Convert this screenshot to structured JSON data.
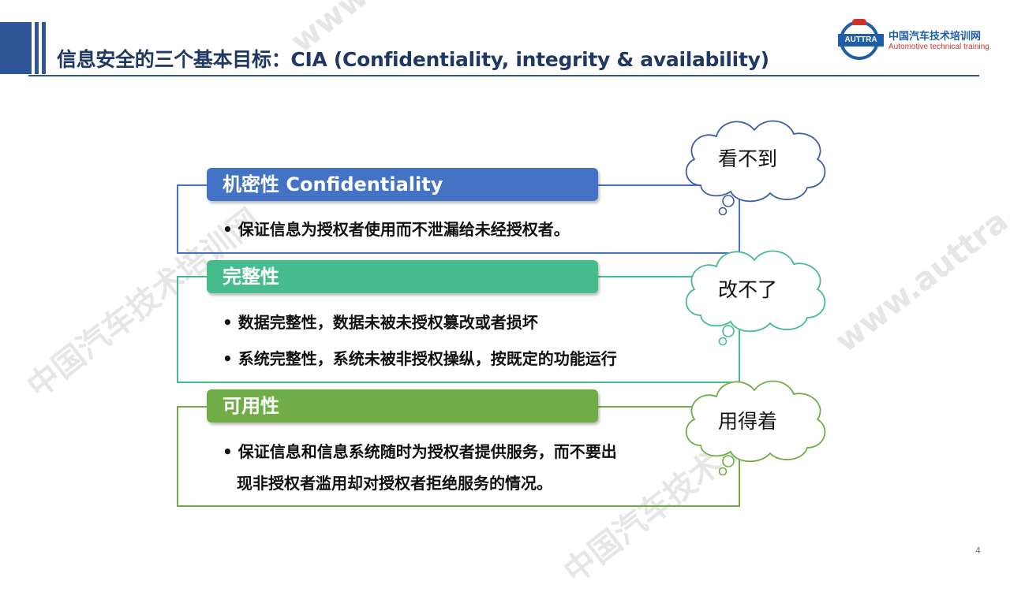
{
  "header": {
    "title": "信息安全的三个基本目标：CIA (Confidentiality, integrity & availability)"
  },
  "logo": {
    "abbr": "AUTTRA",
    "name_cn": "中国汽车技术培训网",
    "name_en": "Automotive technical training"
  },
  "watermark": {
    "site": "www.auttra.com",
    "name": "中国汽车技术培训网"
  },
  "sections": [
    {
      "title": "机密性 Confidentiality",
      "color": "#4472c4",
      "bullets": [
        "保证信息为授权者使用而不泄漏给未经授权者。"
      ],
      "cloud": "看不到"
    },
    {
      "title": "完整性",
      "color": "#46bc8c",
      "bullets": [
        "数据完整性，数据未被未授权篡改或者损坏",
        "系统完整性，系统未被非授权操纵，按既定的功能运行"
      ],
      "cloud": "改不了"
    },
    {
      "title": "可用性",
      "color": "#70ad47",
      "bullets": [
        "保证信息和信息系统随时为授权者提供服务，而不要出",
        "现非授权者滥用却对授权者拒绝服务的情况。"
      ],
      "cloud": "用得着"
    }
  ],
  "page_number": "4"
}
